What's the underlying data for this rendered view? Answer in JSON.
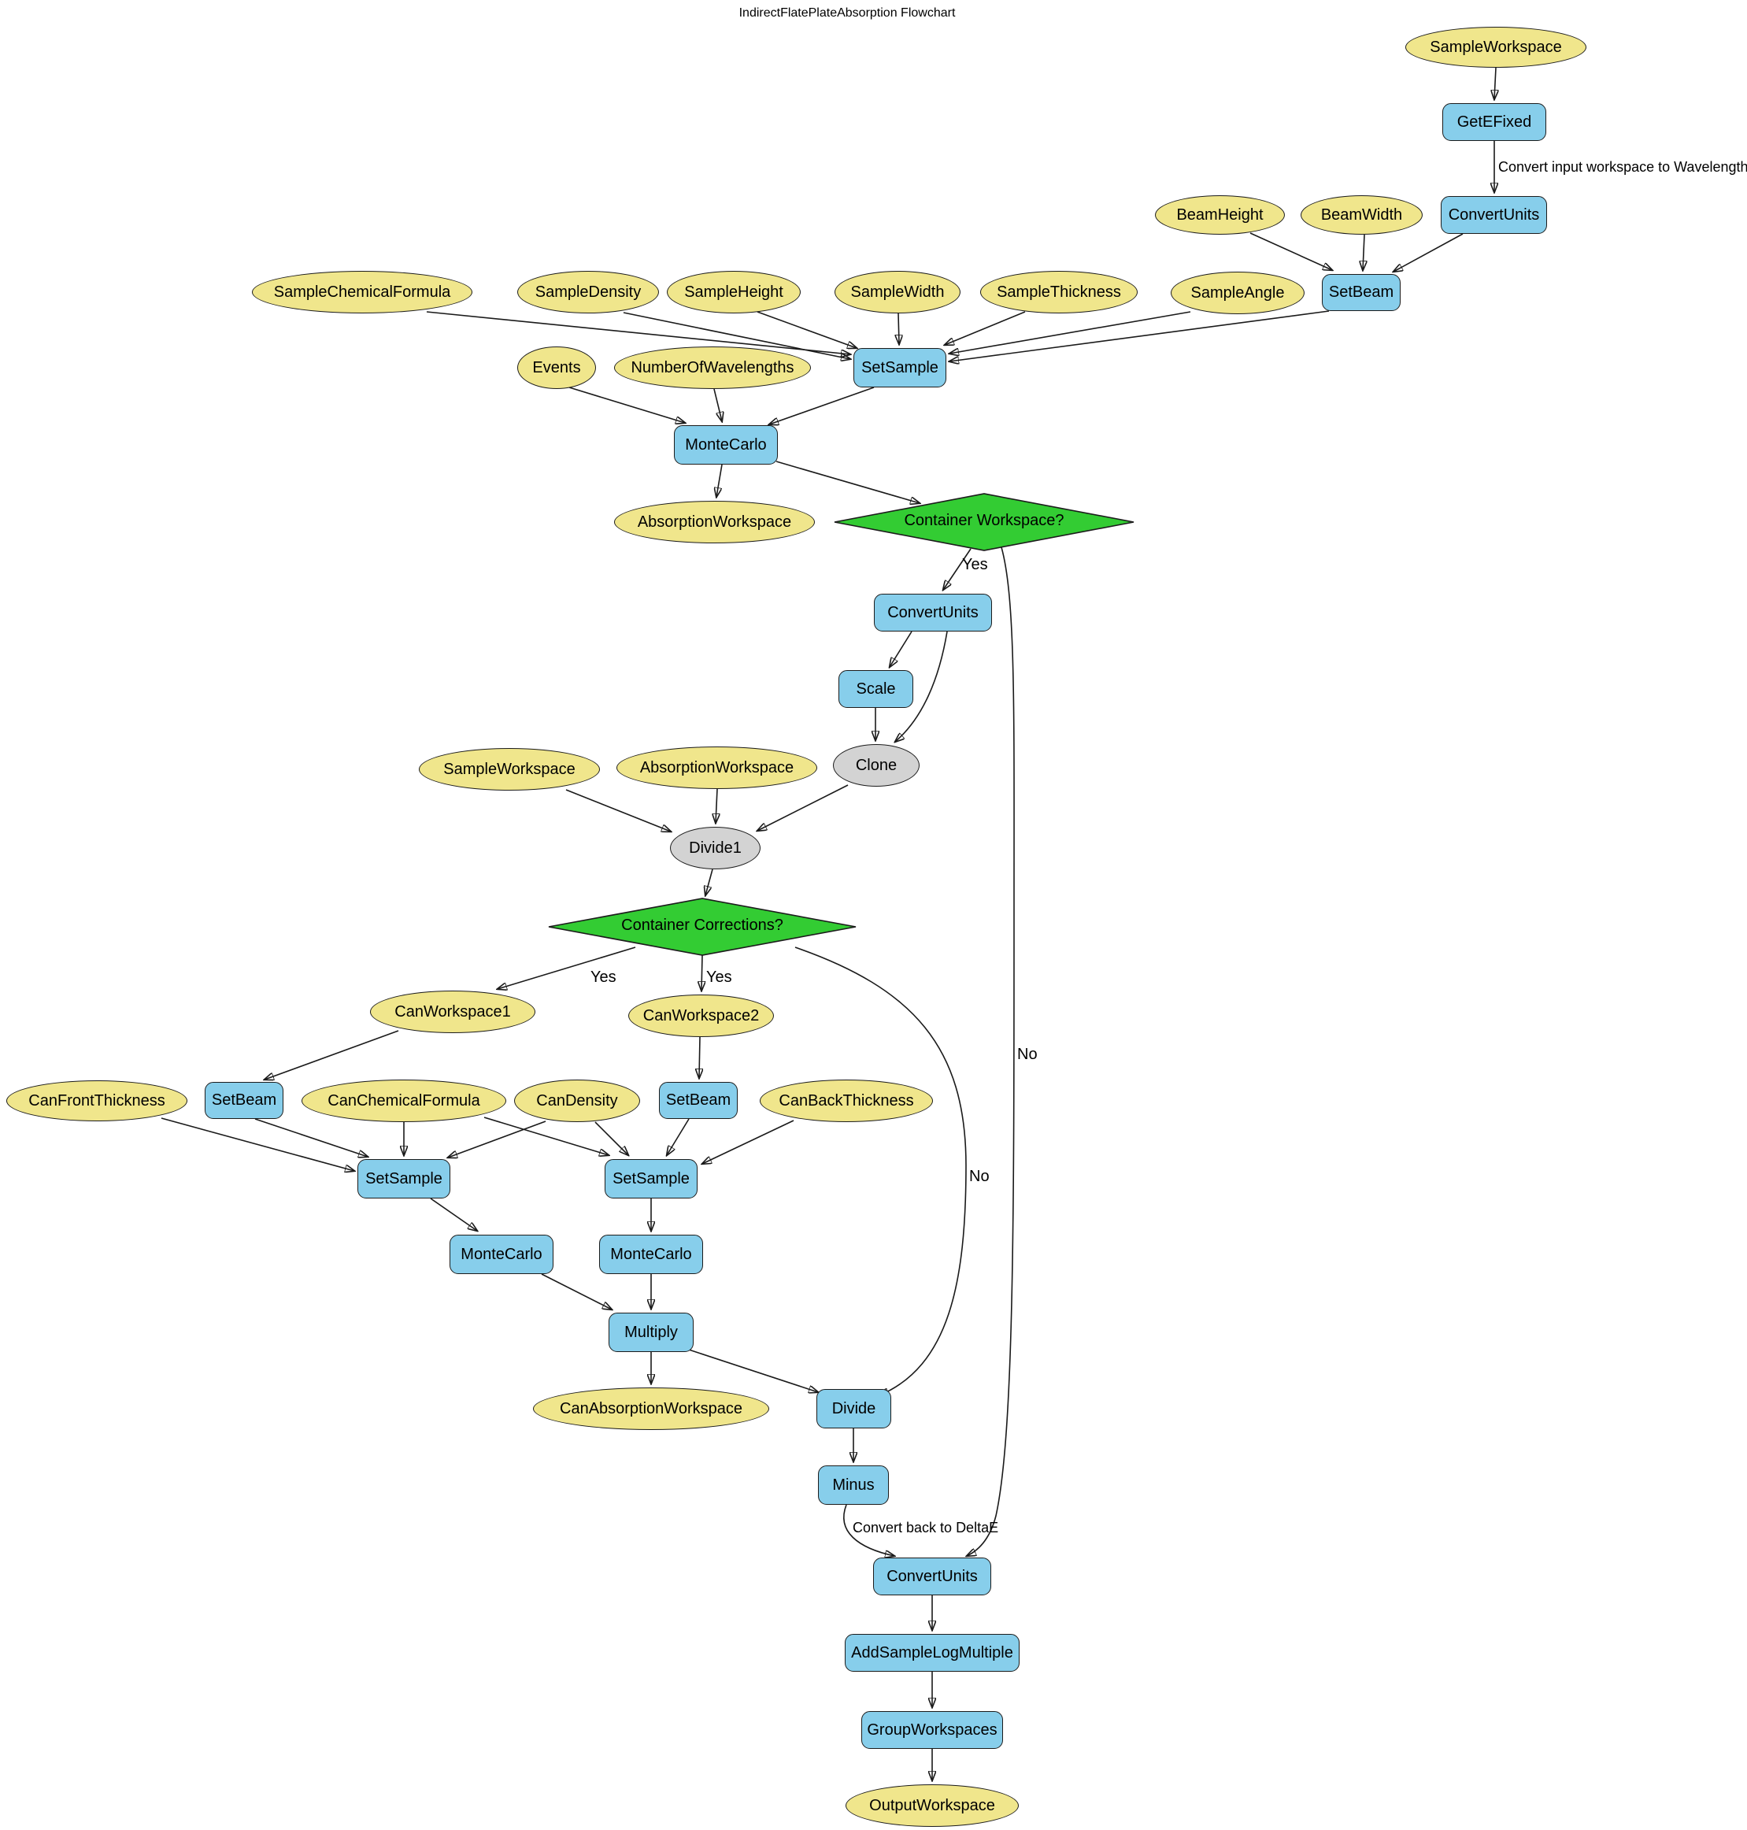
{
  "title": "IndirectFlatePlateAbsorption Flowchart",
  "colors": {
    "parameter_fill": "#F0E68C",
    "algorithm_fill": "#87CEEB",
    "decision_fill": "#33CC33",
    "intermediate_fill": "#D3D3D3",
    "edge": "#1a1a1a"
  },
  "nodes": [
    {
      "label": "SampleWorkspace"
    },
    {
      "label": "GetEFixed"
    },
    {
      "label": "ConvertUnits"
    },
    {
      "label": "BeamHeight"
    },
    {
      "label": "BeamWidth"
    },
    {
      "label": "SetBeam"
    },
    {
      "label": "SampleChemicalFormula"
    },
    {
      "label": "SampleDensity"
    },
    {
      "label": "SampleHeight"
    },
    {
      "label": "SampleWidth"
    },
    {
      "label": "SampleThickness"
    },
    {
      "label": "SampleAngle"
    },
    {
      "label": "Events"
    },
    {
      "label": "NumberOfWavelengths"
    },
    {
      "label": "SetSample"
    },
    {
      "label": "MonteCarlo"
    },
    {
      "label": "AbsorptionWorkspace"
    },
    {
      "label": "Container Workspace?"
    },
    {
      "label": "ConvertUnits"
    },
    {
      "label": "Scale"
    },
    {
      "label": "Clone"
    },
    {
      "label": "SampleWorkspace"
    },
    {
      "label": "AbsorptionWorkspace"
    },
    {
      "label": "Divide1"
    },
    {
      "label": "Container Corrections?"
    },
    {
      "label": "CanWorkspace1"
    },
    {
      "label": "CanWorkspace2"
    },
    {
      "label": "CanFrontThickness"
    },
    {
      "label": "SetBeam"
    },
    {
      "label": "CanChemicalFormula"
    },
    {
      "label": "CanDensity"
    },
    {
      "label": "SetBeam"
    },
    {
      "label": "CanBackThickness"
    },
    {
      "label": "SetSample"
    },
    {
      "label": "SetSample"
    },
    {
      "label": "MonteCarlo"
    },
    {
      "label": "MonteCarlo"
    },
    {
      "label": "Multiply"
    },
    {
      "label": "CanAbsorptionWorkspace"
    },
    {
      "label": "Divide"
    },
    {
      "label": "Minus"
    },
    {
      "label": "ConvertUnits"
    },
    {
      "label": "AddSampleLogMultiple"
    },
    {
      "label": "GroupWorkspaces"
    },
    {
      "label": "OutputWorkspace"
    }
  ],
  "edge_labels": {
    "to_wavelength": "Convert input workspace to Wavelength",
    "yes_container_workspace": "Yes",
    "no_container_workspace": "No",
    "yes_can1": "Yes",
    "yes_can2": "Yes",
    "no_container_corrections": "No",
    "to_deltae": "Convert back to DeltaE"
  }
}
